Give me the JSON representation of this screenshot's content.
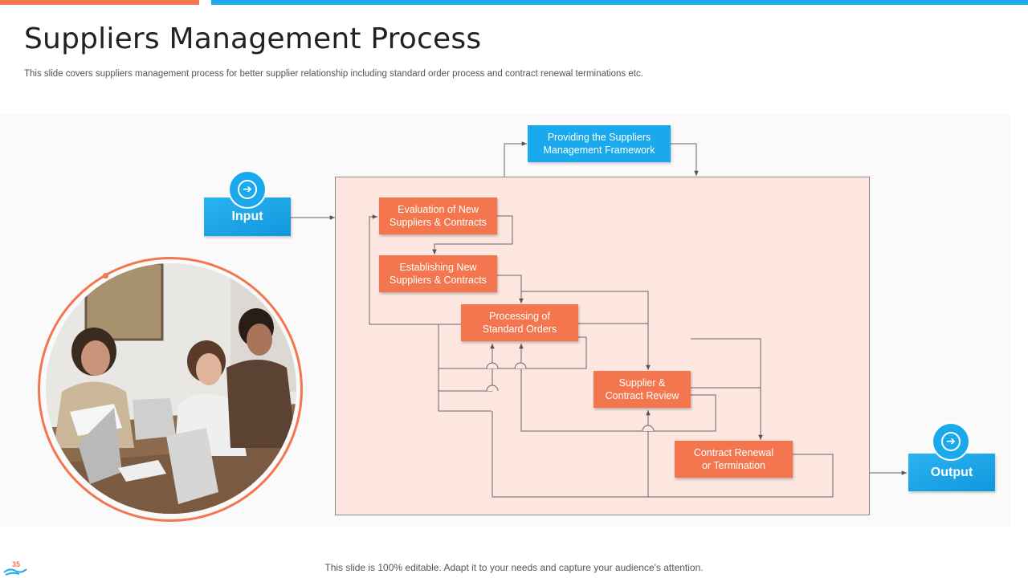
{
  "slide": {
    "title": "Suppliers Management Process",
    "subtitle": "This slide covers suppliers management process for better supplier relationship including standard order process and contract renewal terminations etc.",
    "footer": "This slide is 100% editable. Adapt it to your needs and capture your audience's attention.",
    "page_number": "35"
  },
  "diagram": {
    "input_label": "Input",
    "output_label": "Output",
    "framework_label": "Providing the Suppliers\nManagement Framework",
    "steps": [
      "Evaluation of New\nSuppliers & Contracts",
      "Establishing New\nSuppliers & Contracts",
      "Processing of\nStandard Orders",
      "Supplier &\nContract Review",
      "Contract Renewal\nor Termination"
    ]
  },
  "icons": {
    "input_icon": "arrow-right-circle-icon",
    "output_icon": "arrow-right-circle-icon",
    "footer_icon": "hand-icon"
  },
  "colors": {
    "accent_orange": "#f4764f",
    "accent_blue": "#19a9ec",
    "frame_fill": "#fde6e0"
  }
}
